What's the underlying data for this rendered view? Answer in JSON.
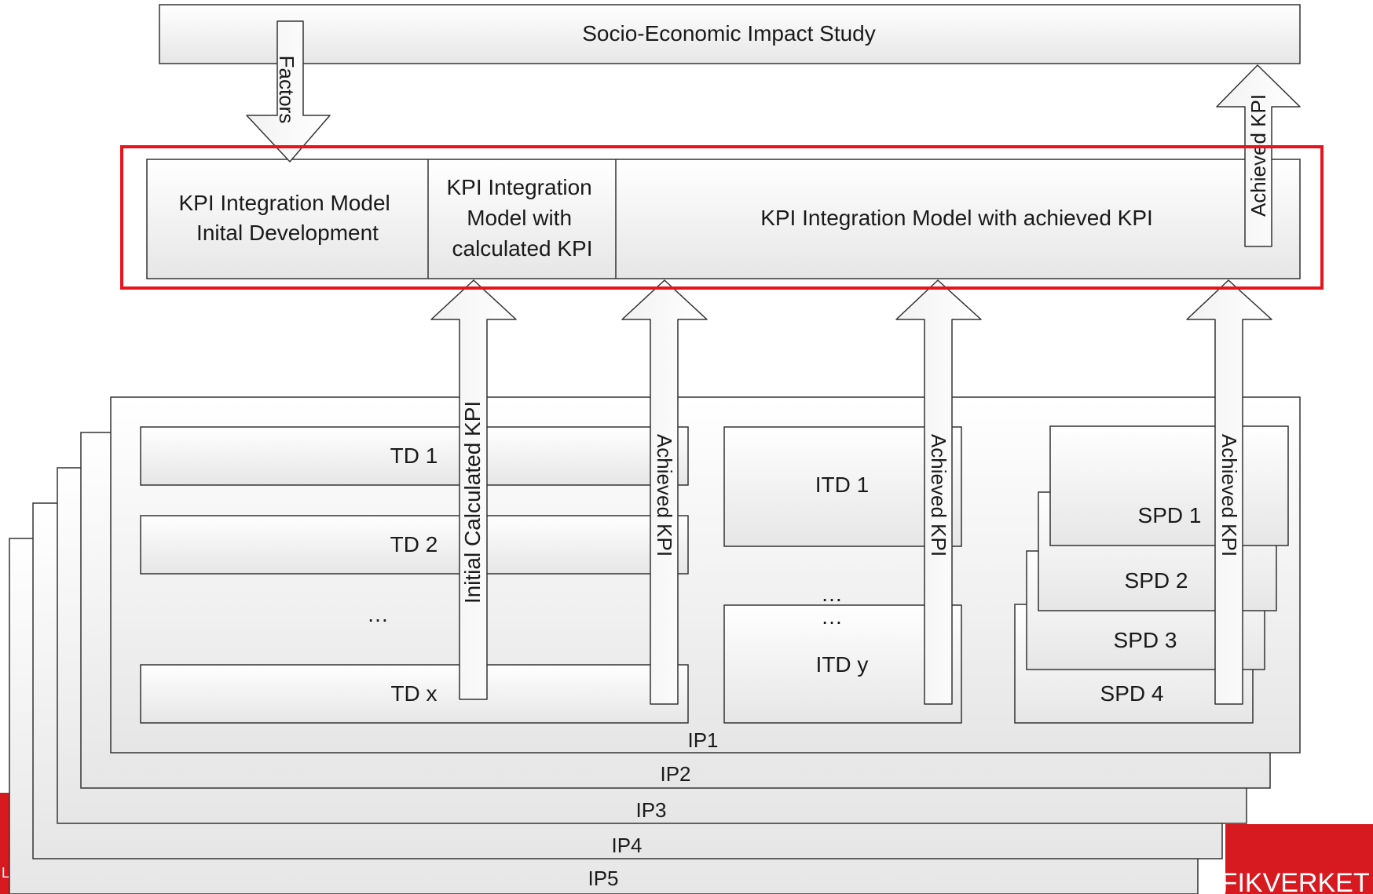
{
  "top_box": {
    "title": "Socio-Economic Impact Study"
  },
  "factors_arrow": {
    "label": "Factors"
  },
  "achieved_top_arrow": {
    "label": "Achieved KPI"
  },
  "model_row": {
    "cell1": [
      "KPI Integration Model",
      "Inital Development"
    ],
    "cell2": [
      "KPI Integration",
      "Model with",
      "calculated KPI"
    ],
    "cell3": "KPI Integration Model with achieved KPI"
  },
  "highlight_color": "#e8141c",
  "brand_color": "#d71920",
  "up_arrows": {
    "initial": "Initial Calculated KPI",
    "achieved_1": "Achieved KPI",
    "achieved_2": "Achieved KPI",
    "achieved_3": "Achieved KPI"
  },
  "td_boxes": {
    "td1": "TD 1",
    "td2": "TD 2",
    "ellipsis": "…",
    "tdx": "TD x"
  },
  "itd_boxes": {
    "itd1": "ITD 1",
    "ellipsis_1": "…",
    "ellipsis_2": "…",
    "itdy": "ITD y"
  },
  "spd_boxes": {
    "spd1": "SPD 1",
    "spd2": "SPD 2",
    "spd3": "SPD 3",
    "spd4": "SPD 4"
  },
  "ip_layers": {
    "ip1": "IP1",
    "ip2": "IP2",
    "ip3": "IP3",
    "ip4": "IP4",
    "ip5": "IP5"
  },
  "brand": {
    "right_text": "AFIKVERKET",
    "left_text": "L"
  }
}
